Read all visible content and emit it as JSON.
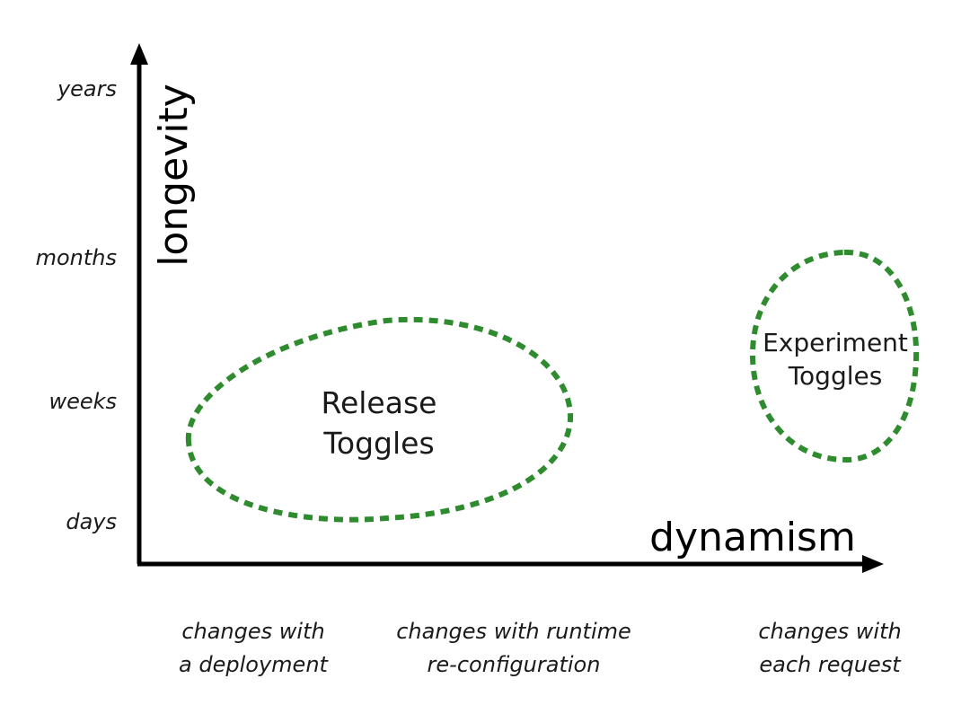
{
  "y_axis": {
    "title": "longevity",
    "ticks": [
      "years",
      "months",
      "weeks",
      "days"
    ]
  },
  "x_axis": {
    "title": "dynamism",
    "categories": [
      {
        "line1": "changes with",
        "line2": "a deployment"
      },
      {
        "line1": "changes with runtime",
        "line2": "re-configuration"
      },
      {
        "line1": "changes with",
        "line2": "each request"
      }
    ]
  },
  "regions": [
    {
      "line1": "Release",
      "line2": "Toggles"
    },
    {
      "line1": "Experiment",
      "line2": "Toggles"
    }
  ],
  "colors": {
    "axis": "#000000",
    "region_outline": "#2e8b2e",
    "text": "#1a1a1a"
  }
}
